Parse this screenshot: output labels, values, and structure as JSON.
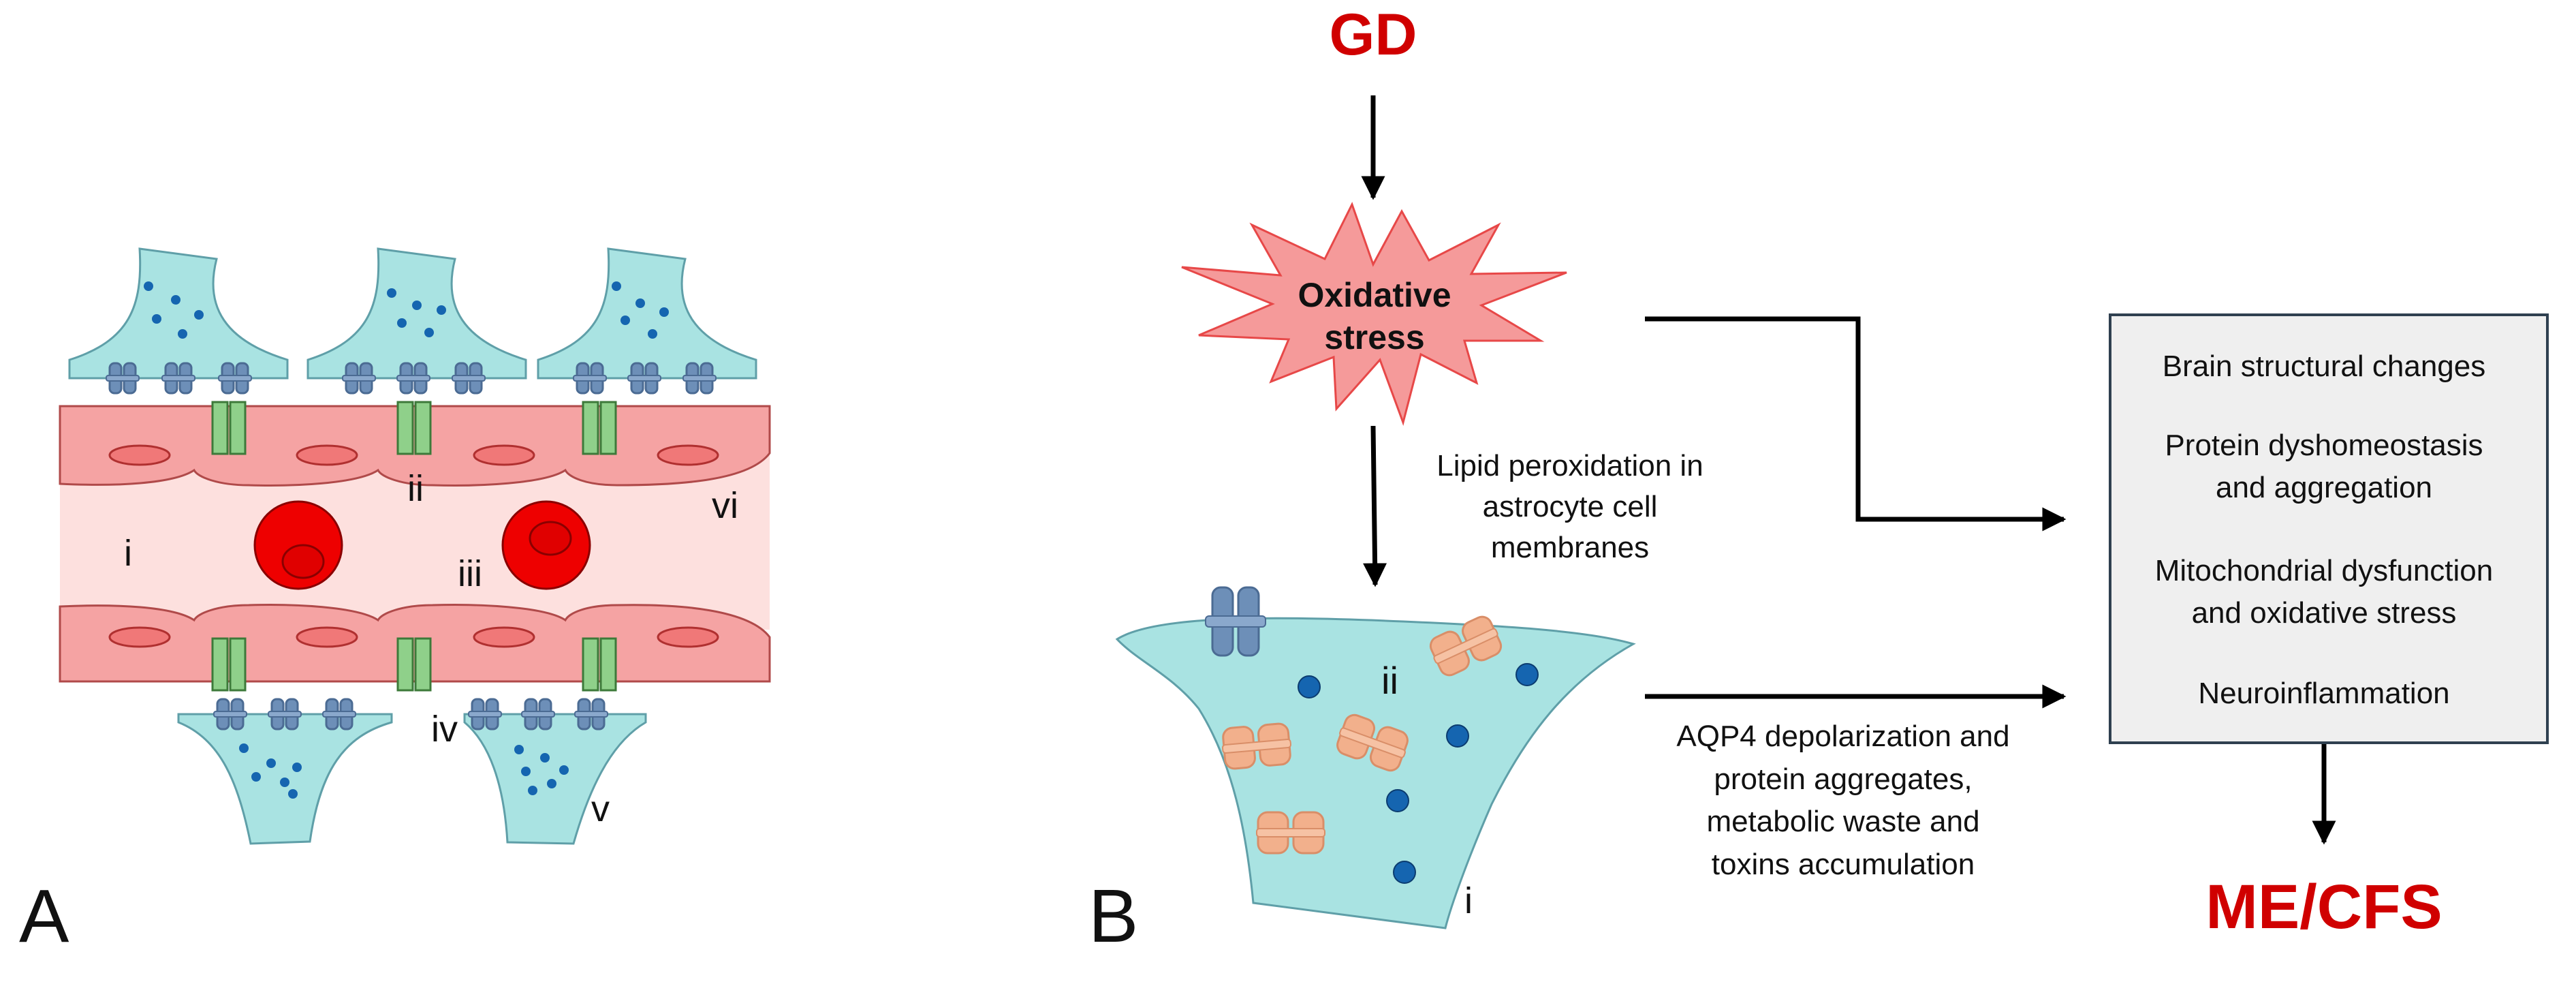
{
  "panel_a": {
    "panel_label": "A",
    "roman_labels": {
      "i": "i",
      "ii": "ii",
      "iii": "iii",
      "iv": "iv",
      "v": "v",
      "vi": "vi"
    }
  },
  "panel_b": {
    "panel_label": "B",
    "top_node": "GD",
    "oxidative_stress": {
      "line1": "Oxidative",
      "line2": "stress"
    },
    "lipid_note": {
      "line1": "Lipid peroxidation in",
      "line2": "astrocyte cell",
      "line3": "membranes"
    },
    "astrocyte_labels": {
      "ii": "ii",
      "i": "i"
    },
    "aqp4_note": {
      "line1": "AQP4 depolarization and",
      "line2": "protein aggregates,",
      "line3": "metabolic waste and",
      "line4": "toxins accumulation"
    },
    "effects_box": {
      "items": [
        {
          "line1": "Brain structural changes",
          "line2": ""
        },
        {
          "line1": "Protein dyshomeostasis",
          "line2": "and aggregation"
        },
        {
          "line1": "Mitochondrial dysfunction",
          "line2": "and oxidative stress"
        },
        {
          "line1": "Neuroinflammation",
          "line2": ""
        }
      ]
    },
    "outcome": "ME/CFS"
  },
  "colors": {
    "endothelial": "#f5a3a3",
    "lumen": "#fde0de",
    "astrocyte": "#a9e3e2",
    "red_cell": "#ee0000",
    "junction": "#8fd08a",
    "aqp4_channel": "#6d8fb8",
    "aggregate": "#f2b08c",
    "dot": "#1565b0",
    "title_red": "#d00000",
    "box_fill": "#efefef",
    "box_border": "#2f4050"
  }
}
